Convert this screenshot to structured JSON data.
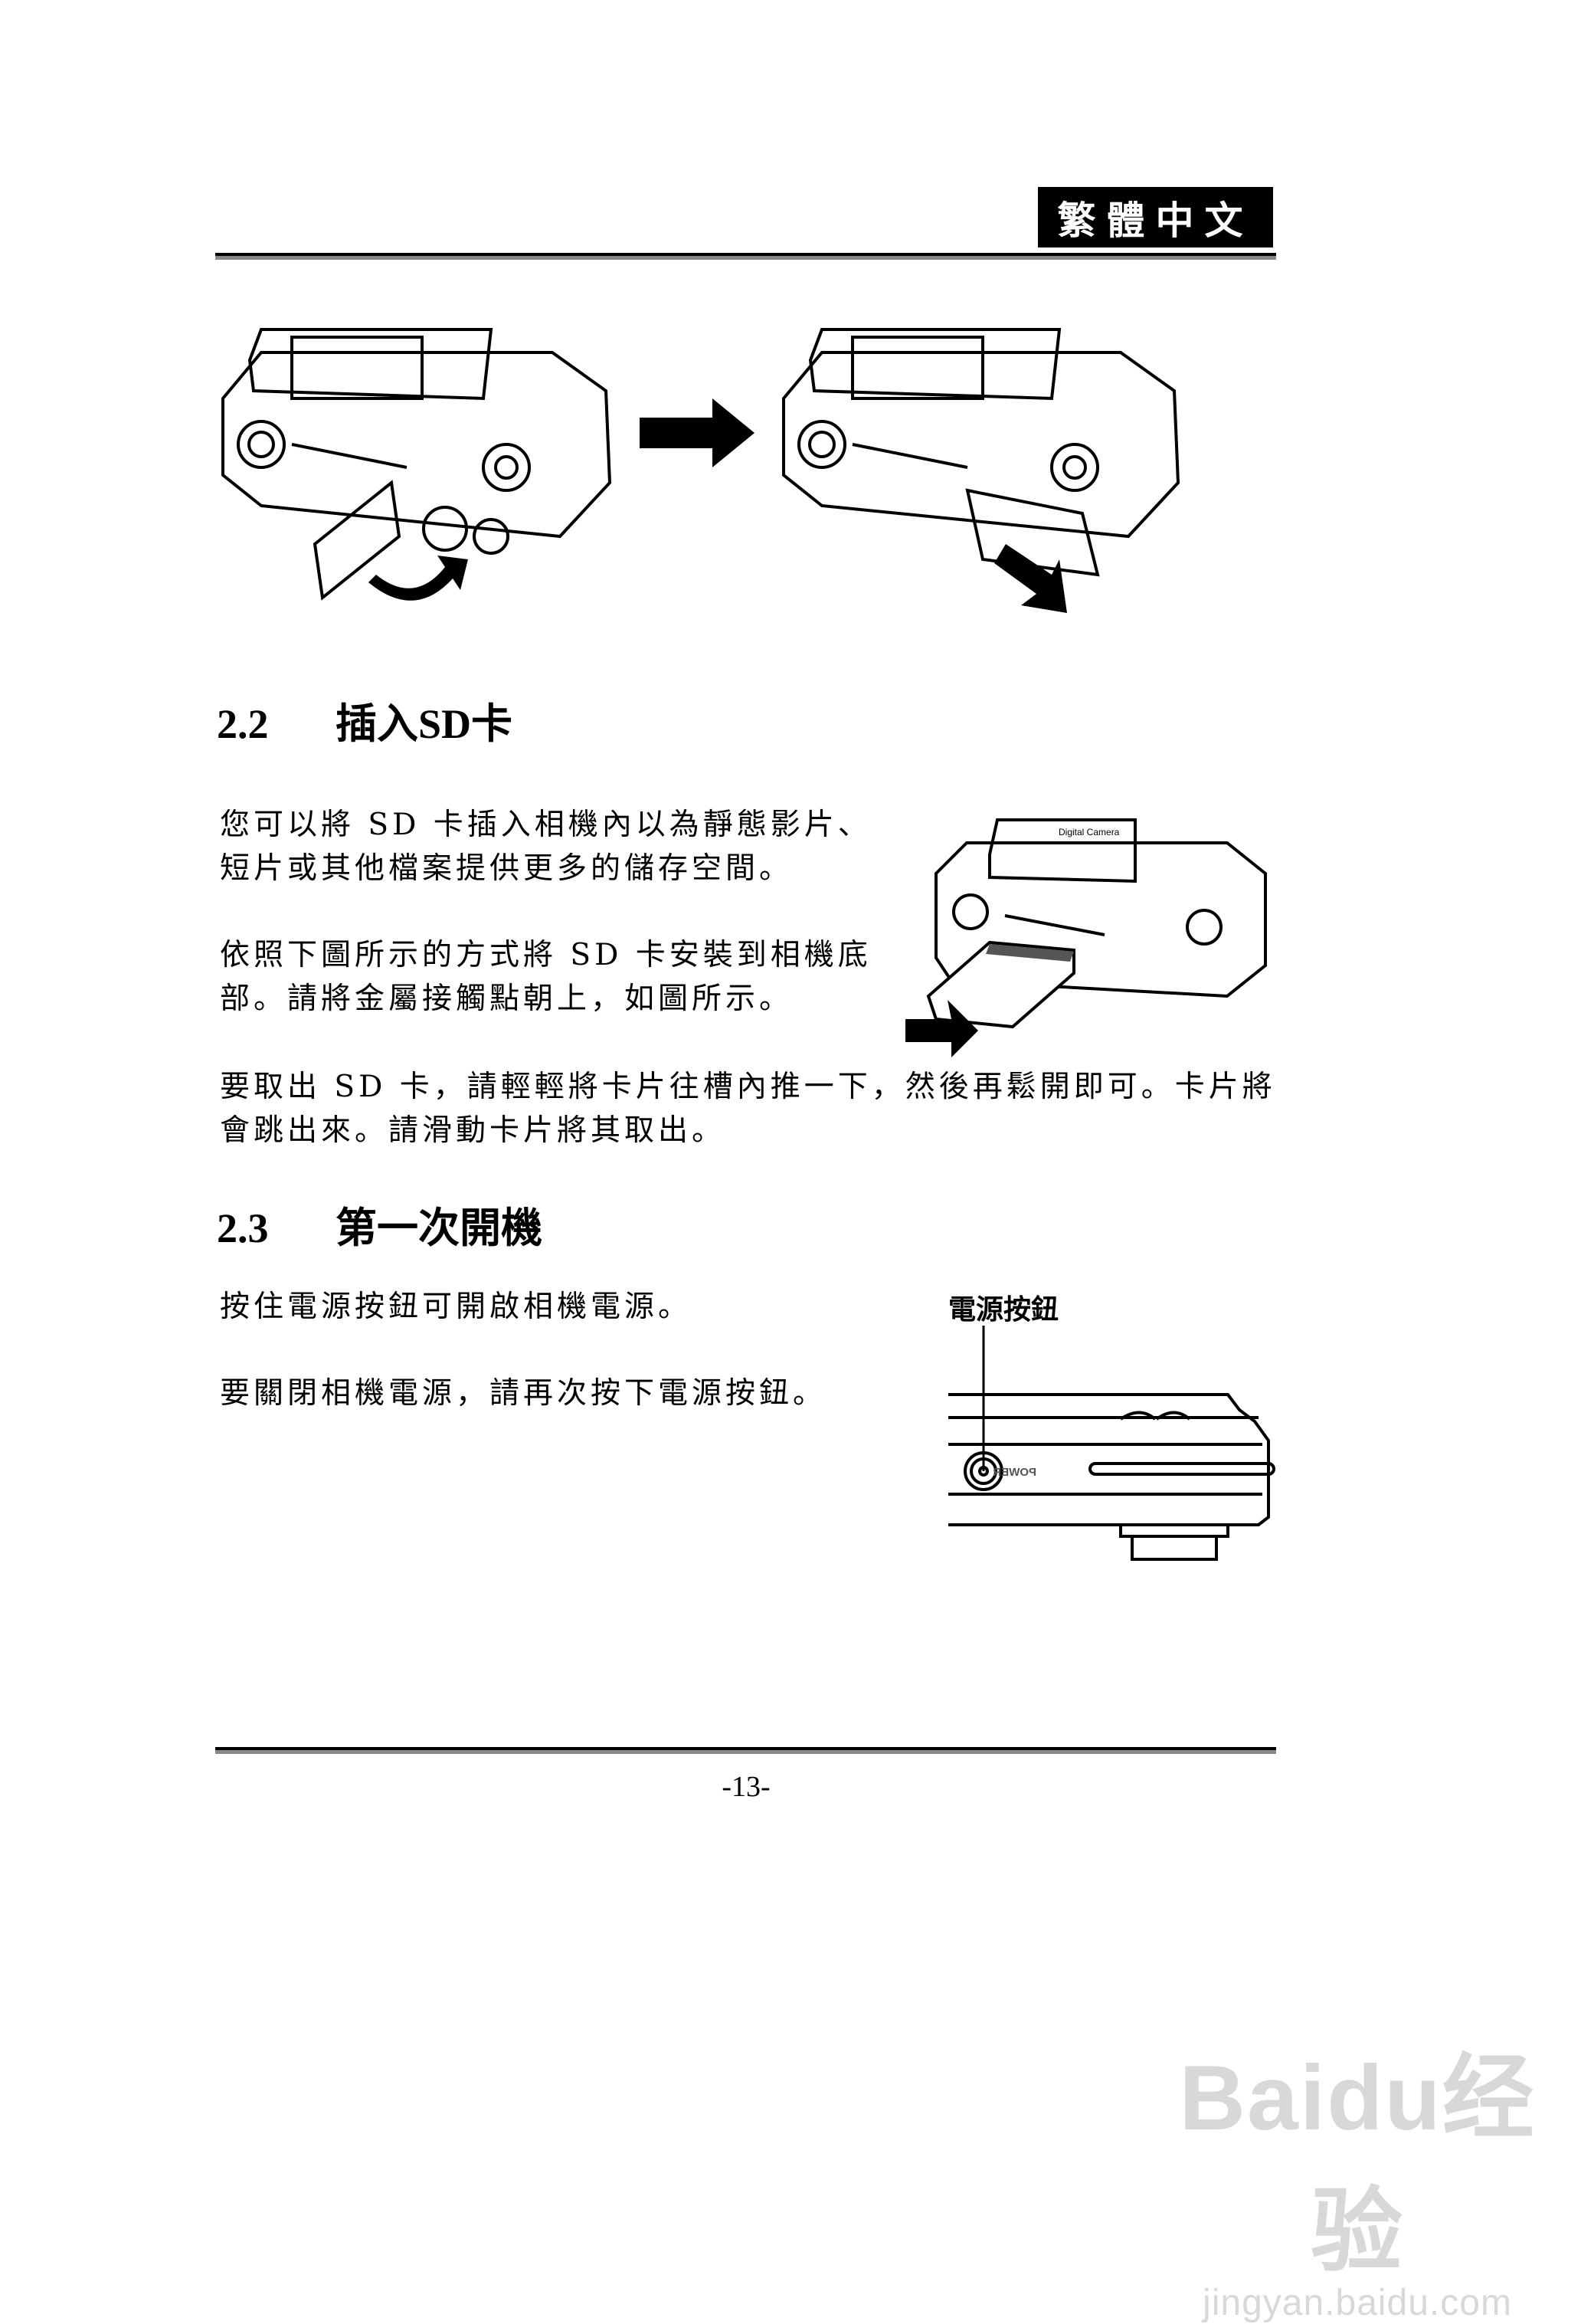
{
  "header": {
    "language_label": "繁體中文"
  },
  "section_2_2": {
    "number": "2.2",
    "title": "插入SD卡",
    "paragraphs": [
      "您可以將 SD 卡插入相機內以為靜態影片、短片或其他檔案提供更多的儲存空間。",
      "依照下圖所示的方式將 SD 卡安裝到相機底部。請將金屬接觸點朝上，如圖所示。",
      "要取出 SD 卡，請輕輕將卡片往槽內推一下，然後再鬆開即可。卡片將會跳出來。請滑動卡片將其取出。"
    ]
  },
  "section_2_3": {
    "number": "2.3",
    "title": "第一次開機",
    "paragraphs": [
      "按住電源按鈕可開啟相機電源。",
      "要關閉相機電源，請再次按下電源按鈕。"
    ],
    "figure_label": "電源按鈕",
    "power_text": "POWER"
  },
  "figures": {
    "camera_brand_text": "Digital Camera"
  },
  "footer": {
    "page_number": "-13-"
  },
  "watermark": {
    "logo": "Baidu经验",
    "url": "jingyan.baidu.com"
  }
}
